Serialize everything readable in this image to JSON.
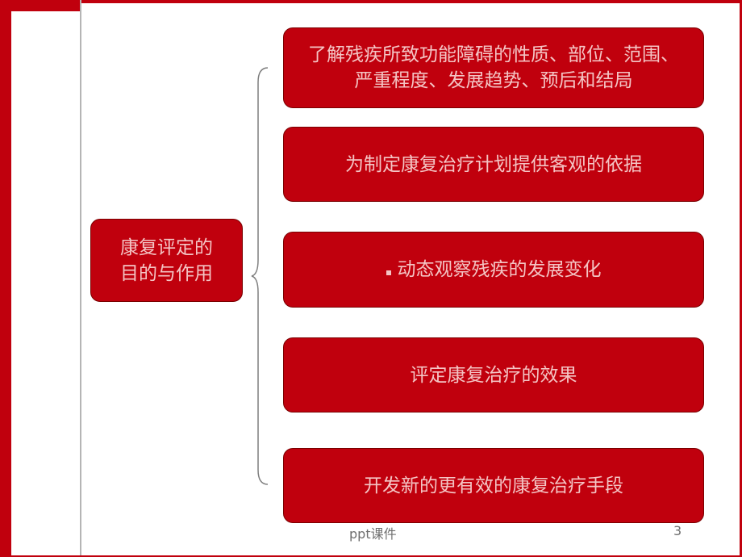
{
  "center_label": "康复评定的目的与作用",
  "items": [
    "了解残疾所致功能障碍的性质、部位、范围、严重程度、发展趋势、预后和结局",
    "为制定康复治疗计划提供客观的依据",
    "动态观察残疾的发展变化",
    "评定康复治疗的效果",
    "开发新的更有效的康复治疗手段"
  ],
  "footer": "ppt课件",
  "page_number": "3",
  "colors": {
    "accent_red": "#c0000d",
    "box_text": "#f4c4c4",
    "footer_text": "#6e6e6e"
  }
}
